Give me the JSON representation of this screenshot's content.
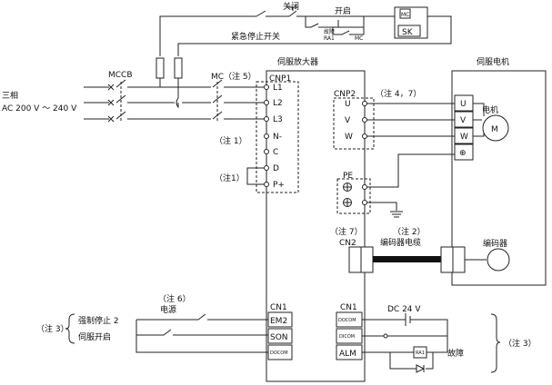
{
  "labels": {
    "close": "关闭",
    "open": "开启",
    "estop": "紧急停止开关",
    "fault_ra1": "故障\nRA1",
    "mc_contact": "MC",
    "mc_coil": "MC",
    "sk": "SK",
    "servo_amp": "伺服放大器",
    "servo_motor": "伺服电机",
    "mccb": "MCCB",
    "mc_note5": "MC（注 5）",
    "three_phase": "三相",
    "ac_voltage": "AC 200 V ～ 240 V",
    "cnp1": "CNP1",
    "cnp2": "CNP2",
    "note47": "（注 4，7）",
    "note1a": "（注 1）",
    "note1b": "（注1）",
    "motor": "电机",
    "m": "M",
    "pe": "PE",
    "note7": "（注 7）",
    "note2": "（注 2）",
    "cn2": "CN2",
    "encoder_cable": "编码器电缆",
    "encoder": "编码器",
    "note6": "（注 6）",
    "power": "电源",
    "cn1_left": "CN1",
    "cn1_right": "CN1",
    "dc24": "DC 24 V",
    "note3_left": "（注 3）",
    "note3_right": "（注 3）",
    "forced_stop": "强制停止 2",
    "servo_on": "伺服开启",
    "ra1": "RA1",
    "fault": "故障"
  },
  "terminals": {
    "cnp1": [
      "L1",
      "L2",
      "L3",
      "N-",
      "C",
      "D",
      "P+"
    ],
    "cnp2": [
      "U",
      "V",
      "W"
    ],
    "motor": [
      "U",
      "V",
      "W",
      "⊕"
    ],
    "cn1_left": [
      "EM2",
      "SON",
      "DOCOM"
    ],
    "cn1_right": [
      "DOCOM",
      "DICOM",
      "ALM"
    ]
  }
}
